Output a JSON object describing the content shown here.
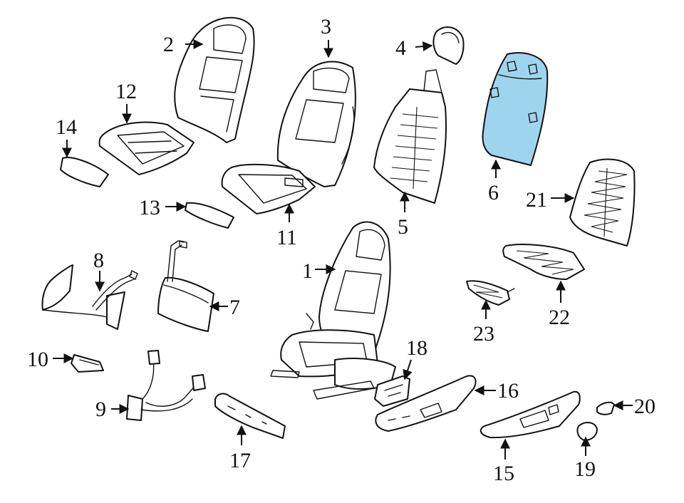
{
  "callouts": {
    "c1": "1",
    "c2": "2",
    "c3": "3",
    "c4": "4",
    "c5": "5",
    "c6": "6",
    "c7": "7",
    "c8": "8",
    "c9": "9",
    "c10": "10",
    "c11": "11",
    "c12": "12",
    "c13": "13",
    "c14": "14",
    "c15": "15",
    "c16": "16",
    "c17": "17",
    "c18": "18",
    "c19": "19",
    "c20": "20",
    "c21": "21",
    "c22": "22",
    "c23": "23"
  },
  "colors": {
    "highlight_fill": "#9fd4ee",
    "line": "#111111",
    "background": "#ffffff"
  }
}
